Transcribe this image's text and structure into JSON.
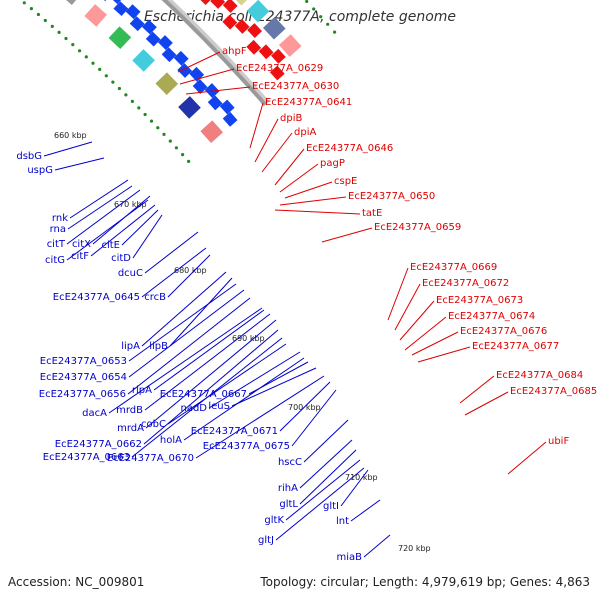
{
  "title": "Escherichia coli E24377A, complete genome",
  "accession": "Accession: NC_009801",
  "topology": "Topology: circular; Length: 4,979,619 bp; Genes: 4,863",
  "colors": {
    "forward_label": "#dd0000",
    "reverse_label": "#0000cc",
    "backbone": "#999999",
    "tick_dots": "#228822"
  },
  "kbp_ticks": [
    "660 kbp",
    "670 kbp",
    "680 kbp",
    "690 kbp",
    "700 kbp",
    "710 kbp",
    "720 kbp"
  ],
  "forward_genes": [
    "ahpF",
    "EcE24377A_0629",
    "EcE24377A_0630",
    "EcE24377A_0641",
    "dpiB",
    "dpiA",
    "EcE24377A_0646",
    "pagP",
    "cspE",
    "EcE24377A_0650",
    "tatE",
    "EcE24377A_0659",
    "EcE24377A_0669",
    "EcE24377A_0672",
    "EcE24377A_0673",
    "EcE24377A_0674",
    "EcE24377A_0676",
    "EcE24377A_0677",
    "EcE24377A_0684",
    "EcE24377A_0685",
    "ubiF"
  ],
  "reverse_genes": [
    "dsbG",
    "uspG",
    "rnk",
    "rna",
    "citT",
    "citX",
    "citG",
    "citF",
    "citE",
    "citD",
    "dcuC",
    "crcB",
    "EcE24377A_0645",
    "lipA",
    "lipB",
    "EcE24377A_0653",
    "EcE24377A_0654",
    "EcE24377A_0656",
    "rlpA",
    "dacA",
    "mrdB",
    "mrdA",
    "EcE24377A_0662",
    "EcE24377A_0663",
    "cobC",
    "nadD",
    "holA",
    "EcE24377A_0667",
    "leuS",
    "EcE24377A_0670",
    "EcE24377A_0671",
    "EcE24377A_0675",
    "hscC",
    "rihA",
    "gltL",
    "gltK",
    "gltJ",
    "gltI",
    "lnt",
    "miaB"
  ]
}
